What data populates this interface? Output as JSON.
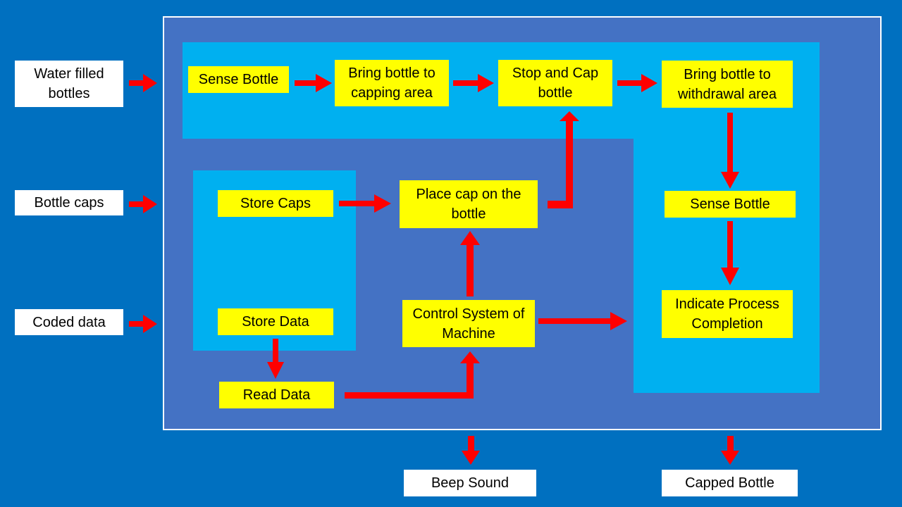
{
  "inputs": {
    "water": "Water filled bottles",
    "caps": "Bottle caps",
    "coded": "Coded data"
  },
  "outputs": {
    "beep": "Beep Sound",
    "capped": "Capped Bottle"
  },
  "process": {
    "sense_bottle_1": "Sense Bottle",
    "bring_to_capping": "Bring bottle to capping area",
    "stop_and_cap": "Stop and Cap bottle",
    "bring_to_withdrawal": "Bring bottle to withdrawal area",
    "store_caps": "Store Caps",
    "store_data": "Store Data",
    "read_data": "Read Data",
    "place_cap": "Place cap on the bottle",
    "control_system": "Control System of Machine",
    "sense_bottle_2": "Sense Bottle",
    "indicate_completion": "Indicate Process Completion"
  },
  "colors": {
    "background": "#0070c0",
    "frame": "#4472c4",
    "region": "#00b0f0",
    "process_box": "#ffff00",
    "io_box": "#ffffff",
    "arrow": "#ff0000"
  }
}
